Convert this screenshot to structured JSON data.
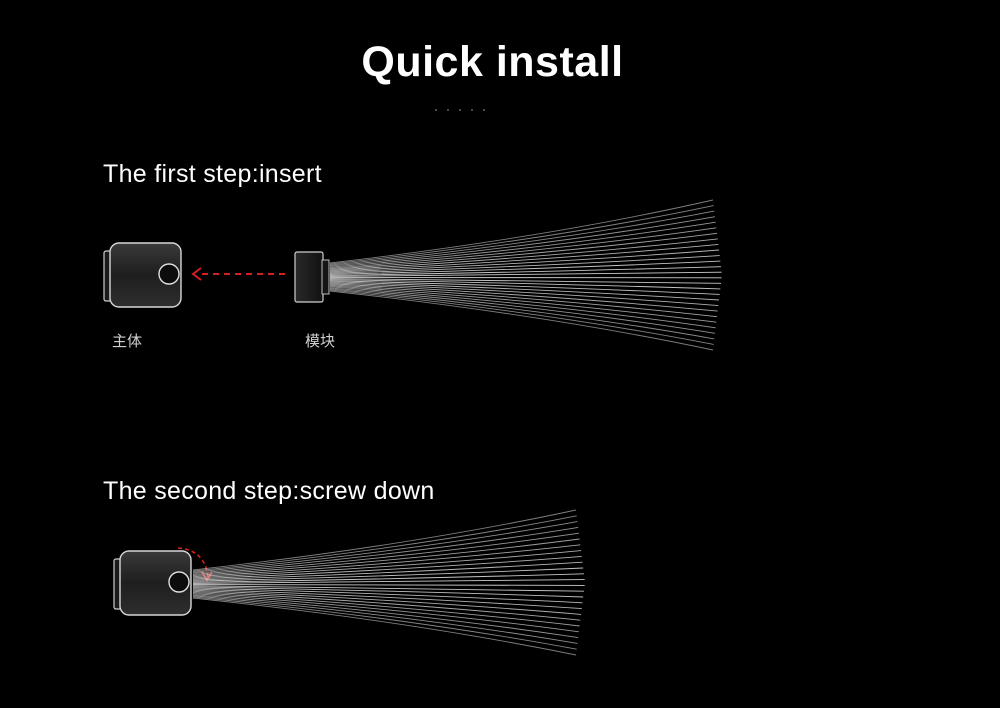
{
  "title": "Quick install",
  "steps": [
    {
      "heading": "The first step:insert",
      "labels": {
        "body": "主体",
        "module": "模块"
      }
    },
    {
      "heading": "The second step:screw down"
    }
  ],
  "colors": {
    "background": "#000000",
    "text": "#ffffff",
    "accent_red": "#d42020",
    "device_fill": "#2a2a2a",
    "device_stroke": "#d8d8d8",
    "light_beam": "#e6e6e6"
  },
  "icons": [
    "camera-body-icon",
    "light-module-icon",
    "insert-arrow-icon",
    "rotate-arrow-icon",
    "light-beam-icon"
  ]
}
